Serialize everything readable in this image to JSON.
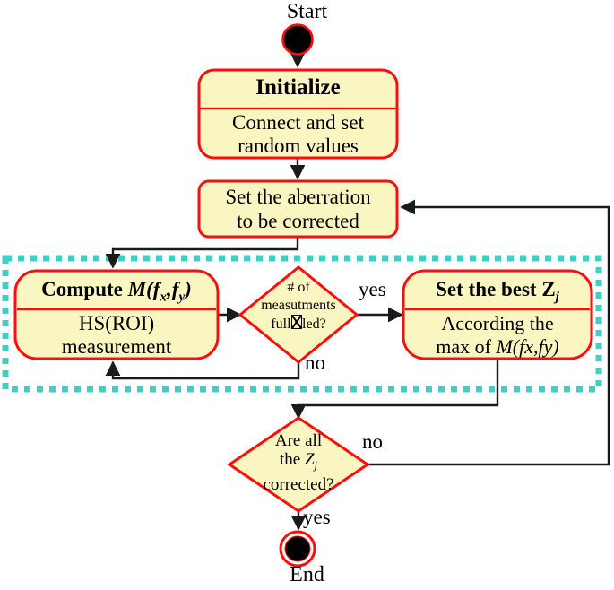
{
  "diagram": {
    "type": "flowchart",
    "title": "Adaptive optics aberration correction flowchart",
    "colors": {
      "node_fill": "#FAF6C2",
      "node_border": "#FF0D0D",
      "group_border": "#45CCC4",
      "line": "#1a1a1a",
      "terminator_fill": "#000000"
    }
  },
  "nodes": {
    "start": {
      "label": "Start"
    },
    "initialize": {
      "title": "Initialize",
      "body_line1": "Connect and set",
      "body_line2": "random values"
    },
    "set_aberration": {
      "line1": "Set the aberration",
      "line2": "to be corrected"
    },
    "compute": {
      "title_plain": "Compute ",
      "title_math": "M(f",
      "title_sub1": "x",
      "title_mid": ",f",
      "title_sub2": "y",
      "title_close": ")",
      "body_line1": "HS(ROI)",
      "body_line2": "measurement"
    },
    "decision_measurements": {
      "line1": "# of",
      "line2": "measutments",
      "line3_prefix": "full",
      "line3_suffix": "led?"
    },
    "set_best": {
      "title_plain": "Set the best ",
      "title_math": "Z",
      "title_sub": "j",
      "body_line1": "According the",
      "body_line2_prefix": "max of ",
      "body_line2_math": "M(fx,fy)"
    },
    "decision_corrected": {
      "line1": "Are all",
      "line2_prefix": "the ",
      "line2_math": "Z",
      "line2_sub": "j",
      "line3": "corrected?"
    },
    "end": {
      "label": "End"
    }
  },
  "edge_labels": {
    "yes_measurements": "yes",
    "no_measurements": "no",
    "no_corrected": "no",
    "yes_corrected": "yes"
  },
  "group": {
    "name": "optimization-loop-group"
  }
}
